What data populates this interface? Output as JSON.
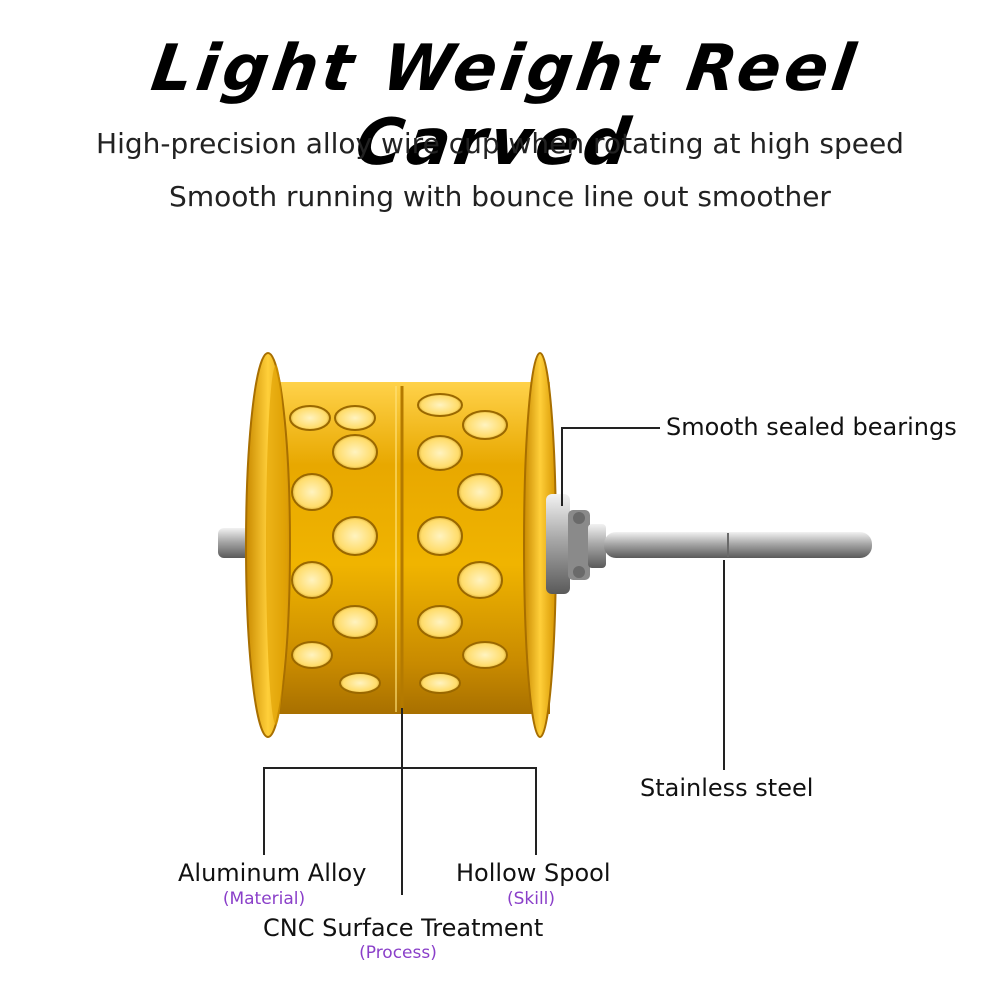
{
  "header": {
    "title": "Light Weight Reel Carved",
    "subtitle_line1": "High-precision alloy wire cup when rotating at high speed",
    "subtitle_line2": "Smooth running with bounce line out smoother"
  },
  "callouts": {
    "bearings": "Smooth sealed bearings",
    "shaft": "Stainless steel",
    "material": {
      "label": "Aluminum Alloy",
      "note": "(Material)"
    },
    "skill": {
      "label": "Hollow Spool",
      "note": "(Skill)"
    },
    "process": {
      "label": "CNC Surface Treatment",
      "note": "(Process)"
    }
  },
  "colors": {
    "spool_gold": "#e8a800",
    "spool_highlight": "#ffd24a",
    "spool_shadow": "#b87800",
    "steel": "#b8b8b8",
    "note_purple": "#8a3fc9"
  }
}
